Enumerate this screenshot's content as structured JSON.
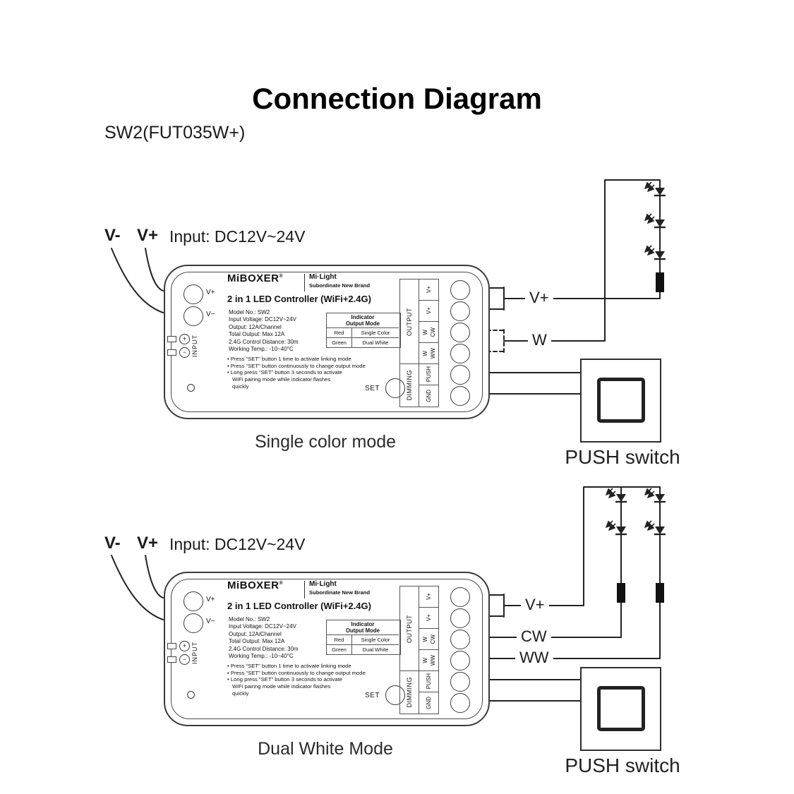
{
  "title": "Connection Diagram",
  "model_label": "SW2(FUT035W+)",
  "sections": {
    "single": {
      "v_minus": "V-",
      "v_plus": "V+",
      "input": "Input: DC12V~24V",
      "caption": "Single color mode",
      "wires": {
        "vplus": "V+",
        "w": "W"
      },
      "push_switch": "PUSH switch"
    },
    "dual": {
      "v_minus": "V-",
      "v_plus": "V+",
      "input": "Input: DC12V~24V",
      "caption": "Dual White Mode",
      "wires": {
        "vplus": "V+",
        "cw": "CW",
        "ww": "WW"
      },
      "push_switch": "PUSH switch"
    }
  },
  "device": {
    "brand": "MiBOXER",
    "reg": "®",
    "tagline_top": "Mi·Light",
    "tagline_bottom": "Subordinate New Brand",
    "product": "2 in 1 LED Controller (WiFi+2.4G)",
    "specs": [
      "Model No.: SW2",
      "Input Voltage: DC12V~24V",
      "Output: 12A/Channel",
      "Total Output: Max 12A",
      "2.4G Control Distance: 30m",
      "Working Temp.: -10~40°C"
    ],
    "table": {
      "header_line1": "Indicator",
      "header_line2": "Output Mode",
      "rows": [
        {
          "indicator": "Red",
          "mode": "Single Color"
        },
        {
          "indicator": "Green",
          "mode": "Dual White"
        }
      ]
    },
    "notes": [
      "• Press “SET” button 1 time to activate linking mode",
      "• Press “SET” button continuously to change output mode",
      "• Long press “SET” button 3 seconds to activate WiFi pairing mode while indicator flashes quickly"
    ],
    "set_label": "SET",
    "input_terminals": {
      "vplus": "V+",
      "vminus": "V−"
    },
    "plus_sign": "+",
    "minus_sign": "−",
    "input_label": "INPUT",
    "output_label": "OUTPUT",
    "dimming_label": "DIMMING",
    "terminal_rows": [
      {
        "labels": [
          "V+"
        ]
      },
      {
        "labels": [
          "V+"
        ]
      },
      {
        "labels": [
          "W",
          "CW"
        ]
      },
      {
        "labels": [
          "W",
          "WW"
        ]
      },
      {
        "labels": [
          "PUSH"
        ]
      },
      {
        "labels": [
          "GND"
        ]
      }
    ]
  }
}
